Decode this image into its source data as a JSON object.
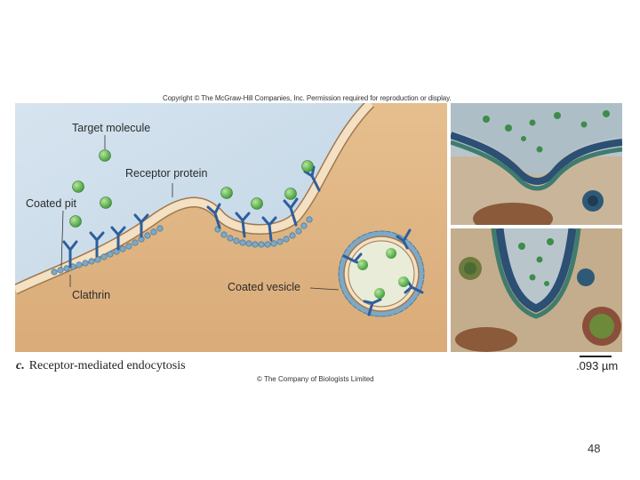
{
  "copyright": "Copyright © The McGraw-Hill Companies, Inc. Permission required for reproduction or display.",
  "labels": {
    "target_molecule": "Target molecule",
    "receptor_protein": "Receptor protein",
    "coated_pit": "Coated pit",
    "clathrin": "Clathrin",
    "coated_vesicle": "Coated vesicle"
  },
  "caption": {
    "letter": "c.",
    "text": "Receptor-mediated endocytosis"
  },
  "credit": "© The Company of Biologists Limited",
  "scale": ".093 µm",
  "page_number": "48",
  "colors": {
    "extracellular": "#c9dbe9",
    "cytoplasm": "#e3b98a",
    "membrane": "#f4e0c2",
    "clathrin": "#7da9c6",
    "receptor": "#2e5e9c",
    "ligand": "#5bb548",
    "vesicle_lumen": "#e8ecd8"
  },
  "icons": [
    "receptor-icon",
    "ligand-icon",
    "clathrin-icon"
  ]
}
